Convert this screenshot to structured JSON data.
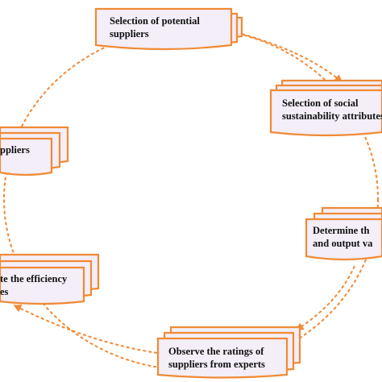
{
  "colors": {
    "accent": "#f08a35",
    "card_fill": "#f3eef8",
    "text": "#111111",
    "background": "#ffffff"
  },
  "nodes": [
    {
      "id": "select-suppliers",
      "lines": [
        "Selection of potential",
        "suppliers"
      ]
    },
    {
      "id": "select-attributes",
      "lines": [
        "Selection of social",
        "sustainability attributes"
      ]
    },
    {
      "id": "determine-values",
      "lines": [
        "Determine th",
        "and output va"
      ]
    },
    {
      "id": "observe-ratings",
      "lines": [
        "Observe the ratings of",
        "suppliers from experts"
      ]
    },
    {
      "id": "compute-efficiency",
      "lines": [
        "te the efficiency",
        "es"
      ]
    },
    {
      "id": "rank-suppliers",
      "lines": [
        "ppliers"
      ]
    }
  ]
}
